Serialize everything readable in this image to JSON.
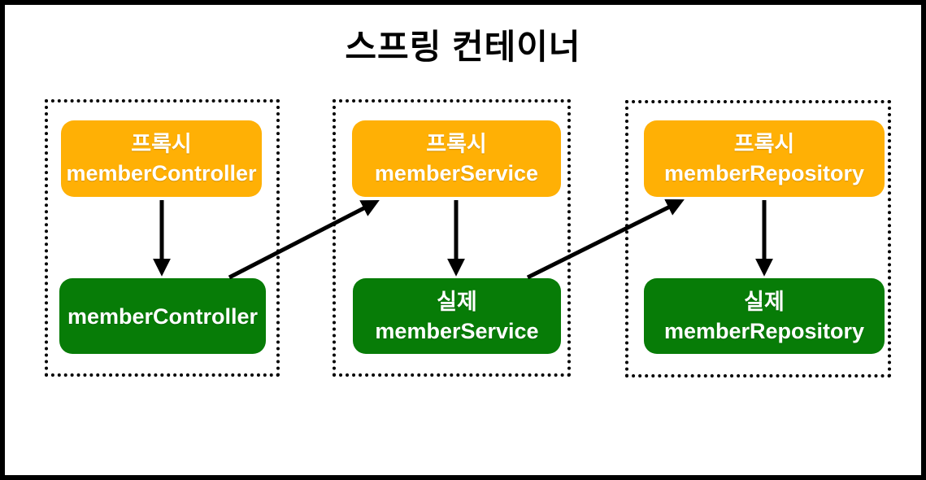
{
  "title": "스프링 컨테이너",
  "colors": {
    "frame_border": "#000000",
    "container_border": "#000000",
    "proxy_box_bg": "#FFB005",
    "real_box_bg": "#077C07",
    "box_text": "#FFFFFF",
    "arrow": "#000000",
    "title_text": "#000000"
  },
  "containers": [
    {
      "id": "controller",
      "proxy_box": {
        "line1": "프록시",
        "line2": "memberController"
      },
      "real_box": {
        "line1": "",
        "line2": "memberController"
      }
    },
    {
      "id": "service",
      "proxy_box": {
        "line1": "프록시",
        "line2": "memberService"
      },
      "real_box": {
        "line1": "실제",
        "line2": "memberService"
      }
    },
    {
      "id": "repository",
      "proxy_box": {
        "line1": "프록시",
        "line2": "memberRepository"
      },
      "real_box": {
        "line1": "실제",
        "line2": "memberRepository"
      }
    }
  ],
  "arrows": [
    {
      "id": "proxy-controller-to-real-controller",
      "from": "프록시 memberController",
      "to": "memberController",
      "direction": "down"
    },
    {
      "id": "real-controller-to-proxy-service",
      "from": "memberController",
      "to": "프록시 memberService",
      "direction": "up-right"
    },
    {
      "id": "proxy-service-to-real-service",
      "from": "프록시 memberService",
      "to": "실제 memberService",
      "direction": "down"
    },
    {
      "id": "real-service-to-proxy-repository",
      "from": "실제 memberService",
      "to": "프록시 memberRepository",
      "direction": "up-right"
    },
    {
      "id": "proxy-repository-to-real-repository",
      "from": "프록시 memberRepository",
      "to": "실제 memberRepository",
      "direction": "down"
    }
  ]
}
